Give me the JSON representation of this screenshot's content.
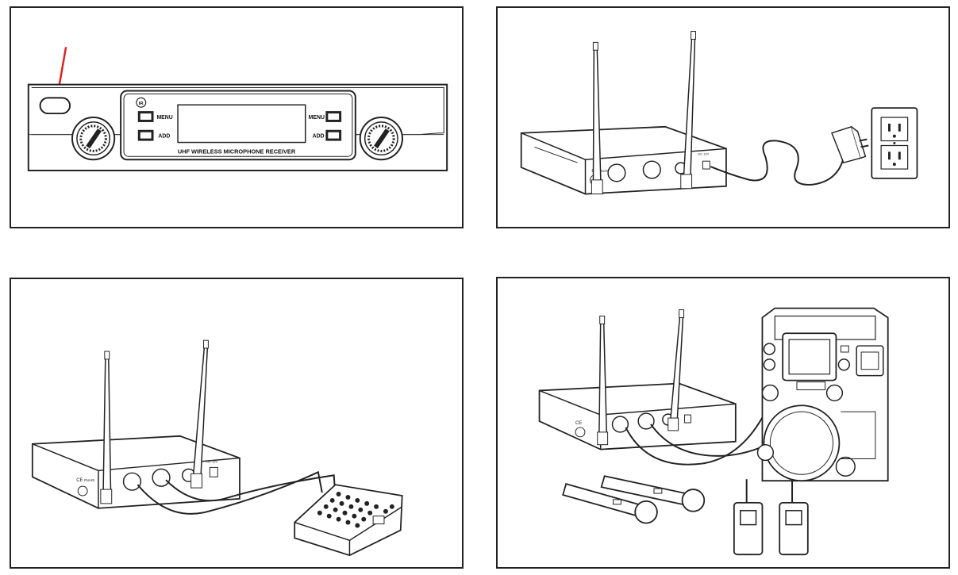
{
  "panel1": {
    "receiver_label": "UHF WIRELESS MICROPHONE RECEIVER",
    "logo": "IR",
    "menu_left": "MENU",
    "add_left": "ADD",
    "menu_right": "MENU",
    "add_right": "ADD",
    "arrow_color": "#e02020"
  },
  "rear_panel": {
    "ce_mark": "CE",
    "rohs": "RoHS",
    "dc_in": "DC 12V"
  },
  "icons": [
    "arrow-icon",
    "power-button-icon",
    "volume-knob-icon",
    "antenna-icon",
    "wall-outlet-icon",
    "power-adapter-icon",
    "mixer-icon",
    "karaoke-machine-icon",
    "microphone-icon",
    "bodypack-transmitter-icon"
  ]
}
